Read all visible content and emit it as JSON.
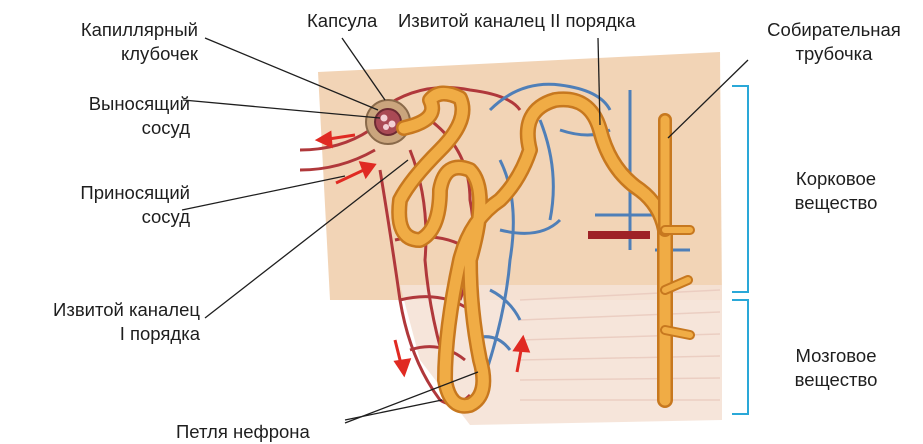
{
  "labels": {
    "capillary_glomerulus": [
      "Капиллярный",
      "клубочек"
    ],
    "capsule": "Капсула",
    "convoluted_tubule_2": "Извитой каналец II порядка",
    "collecting_duct": [
      "Собирательная",
      "трубочка"
    ],
    "efferent_vessel": [
      "Выносящий",
      "сосуд"
    ],
    "afferent_vessel": [
      "Приносящий",
      "сосуд"
    ],
    "convoluted_tubule_1": [
      "Извитой каналец",
      "I порядка"
    ],
    "nephron_loop": "Петля нефрона",
    "cortex": [
      "Корковое",
      "вещество"
    ],
    "medulla": [
      "Мозговое",
      "вещество"
    ]
  },
  "colors": {
    "tubule": "#e9a33a",
    "tubule_light": "#f6cf7a",
    "artery": "#b0383b",
    "vein": "#4f7fb8",
    "cortex_bg": "#f1cfae",
    "medulla_bg": "#f5e0d2",
    "bracket": "#2aa8d8",
    "arrow": "#e02a22"
  }
}
